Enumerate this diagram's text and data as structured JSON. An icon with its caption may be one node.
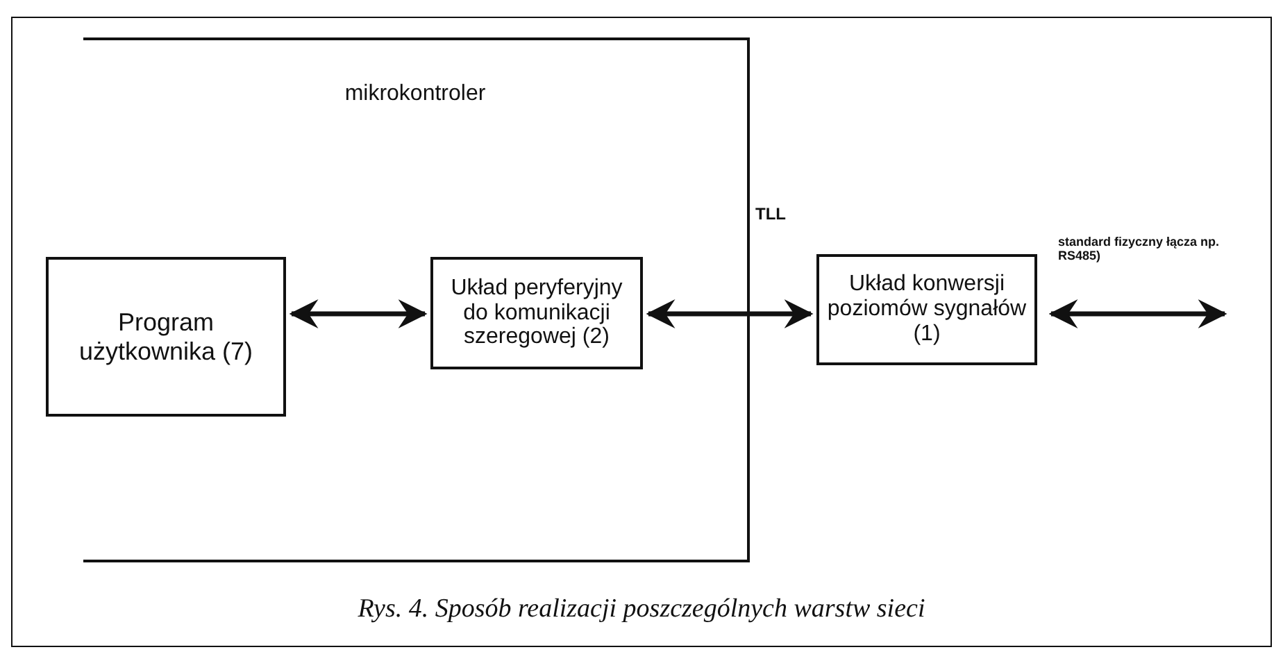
{
  "diagram": {
    "caption": "Rys. 4. Sposób realizacji poszczególnych warstw sieci",
    "nodes": [
      {
        "text": [
          "mikrokontroler"
        ]
      },
      {
        "text": [
          "Program użytkownika (7)"
        ],
        "in": 0
      },
      {
        "text": [
          "Układ peryferyjny do komunikacji szeregowej (2)"
        ],
        "in": 0
      },
      {
        "text": [
          "Układ konwersji poziomów sygnałów (1)"
        ]
      }
    ],
    "edges": [
      {
        "from": 1,
        "to": 2,
        "arrow": "both"
      },
      {
        "from": 2,
        "to": 3,
        "arrow": "both"
      },
      {
        "from": 3,
        "to": null,
        "arrow": "both"
      }
    ],
    "labels": [
      "TLL",
      "standard fizyczny łącza np. RS485)"
    ]
  }
}
